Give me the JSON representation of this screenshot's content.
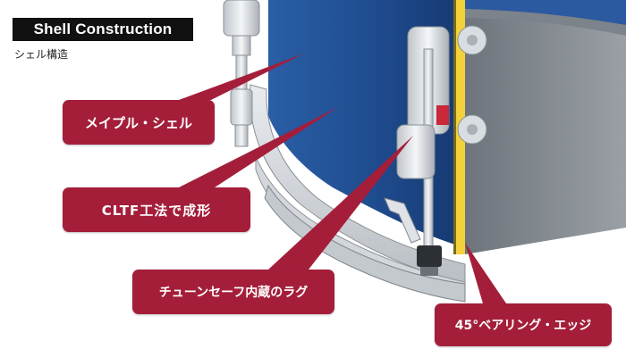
{
  "header": {
    "title": "Shell Construction",
    "subtitle": "シェル構造"
  },
  "callouts": [
    {
      "id": "maple-shell",
      "label": "メイプル・シェル"
    },
    {
      "id": "cltf-method",
      "label": "CLTF工法で成形"
    },
    {
      "id": "tune-safe-lug",
      "label": "チューンセーフ内蔵のラグ"
    },
    {
      "id": "bearing-edge",
      "label": "45°ベアリング・エッジ"
    }
  ],
  "colors": {
    "callout": "#a41e3a",
    "shell_blue": "#1f4c8f",
    "hoop": "#cfd3d8",
    "yellow_edge": "#f2d13a",
    "chrome": "#dfe4e8"
  }
}
